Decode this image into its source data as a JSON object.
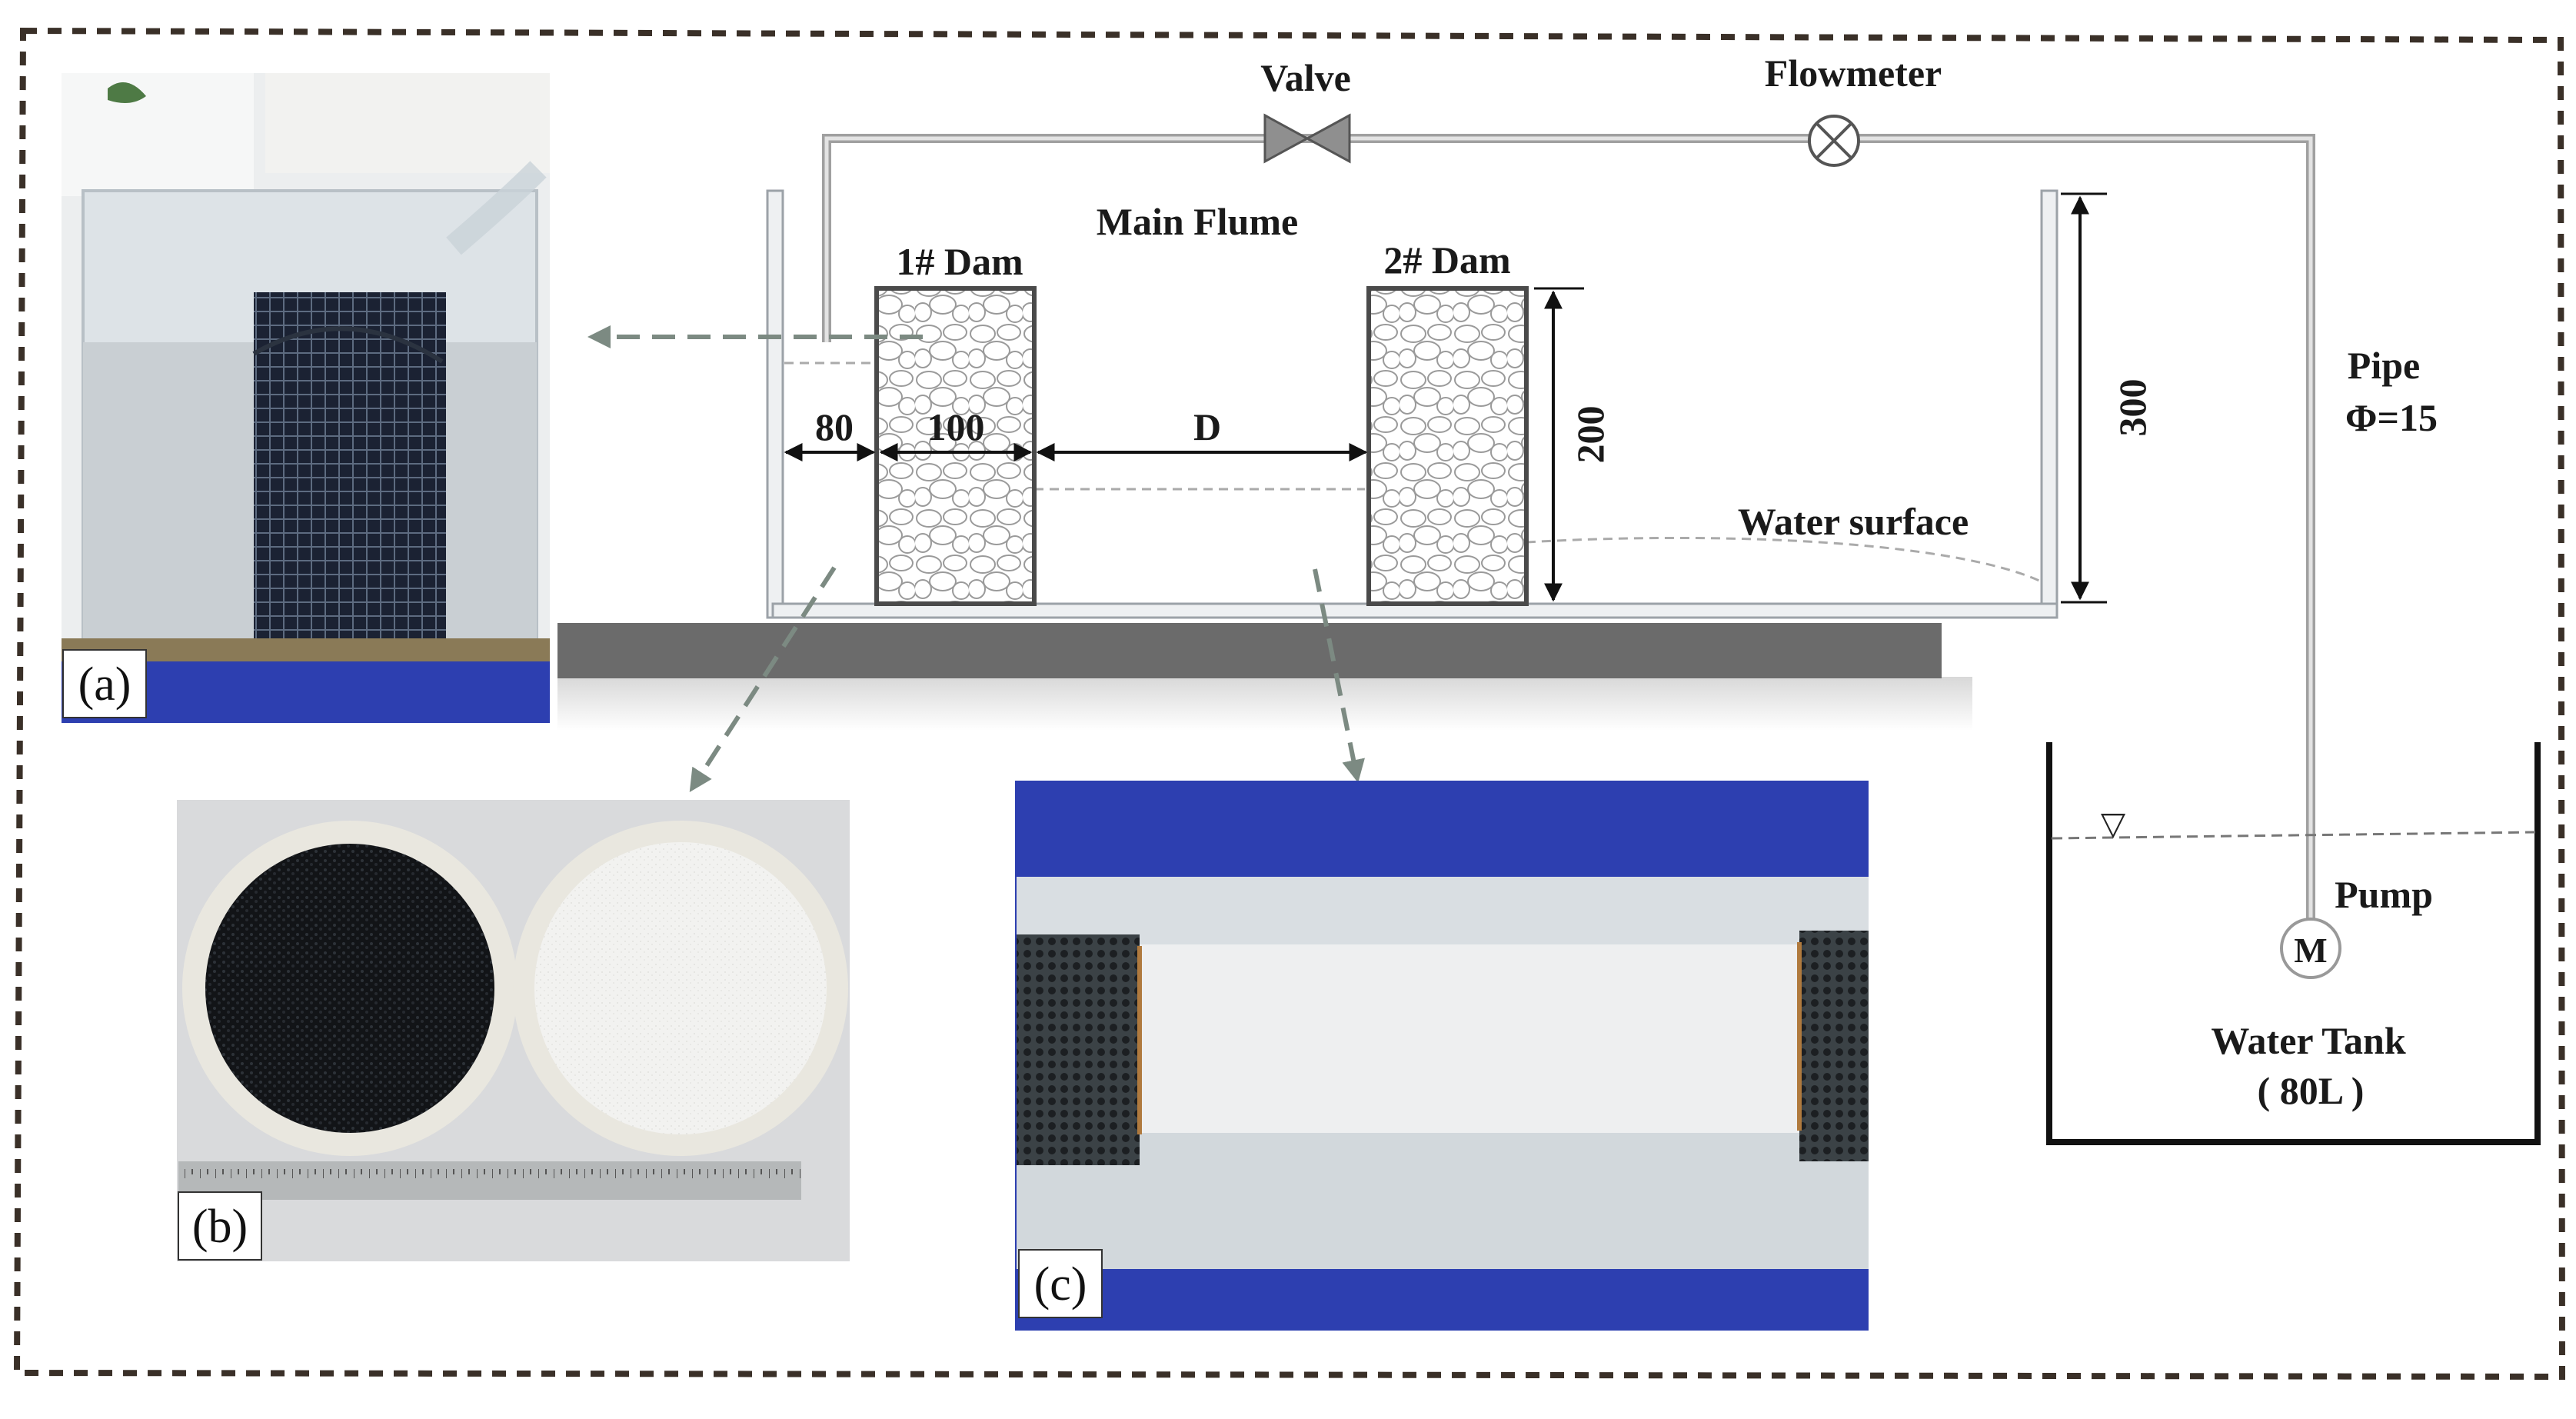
{
  "colors": {
    "frame": "#3a3028",
    "pipe": "#9a9a9a",
    "flume_wall": "#c8ccd0",
    "dam_outline": "#4a4a4a",
    "base": "#6b6b6b",
    "arrow_dashed": "#7c8a82",
    "tank_blue": "#2d3fb0",
    "acrylic": "#e4e9ee"
  },
  "labels": {
    "valve": "Valve",
    "flowmeter": "Flowmeter",
    "main_flume": "Main Flume",
    "dam1": "1# Dam",
    "dam2": "2# Dam",
    "pipe": "Pipe",
    "pipe_diameter": "Φ=15",
    "water_surface": "Water surface",
    "pump": "Pump",
    "pump_symbol": "M",
    "water_tank": "Water Tank",
    "tank_volume": "( 80L )",
    "water_level_symbol": "▽"
  },
  "dimensions": {
    "left_gap": "80",
    "dam_width": "100",
    "spacing": "D",
    "dam_height": "200",
    "flume_height": "300"
  },
  "panels": {
    "a": "(a)",
    "b": "(b)",
    "c": "(c)"
  },
  "icons": {
    "valve": "valve-icon",
    "flowmeter": "flowmeter-icon",
    "pump": "pump-motor-icon"
  }
}
